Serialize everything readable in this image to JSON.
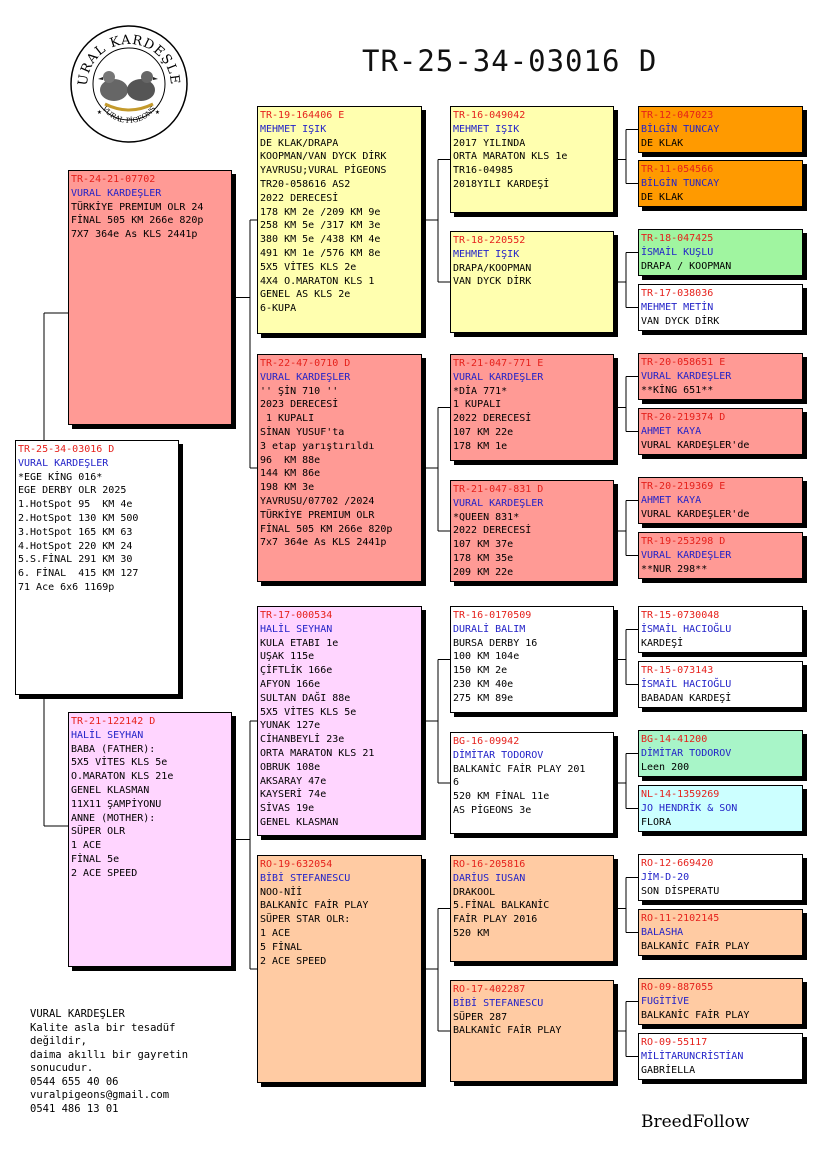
{
  "page_title": "TR-25-34-03016 D",
  "logo": {
    "arc_text": "VURAL KARDEŞLER",
    "sub_text": "VURAL PİGEONS"
  },
  "colors": {
    "red": "#ff9a95",
    "yellow": "#ffffaf",
    "pink": "#ffd5ff",
    "orange": "#ffcba3",
    "deep_orange": "#ff9a00",
    "green": "#a0f5a0",
    "mint": "#a8f5c8",
    "cyan": "#ccffff",
    "white": "#ffffff",
    "ring": "#e5201b",
    "owner": "#2323c8"
  },
  "pigeons": {
    "subject": [
      "TR-25-34-03016 D",
      "VURAL KARDEŞLER",
      "*EGE KİNG 016*",
      "EGE DERBY OLR 2025",
      "1.HotSpot 95  KM 4e",
      "2.HotSpot 130 KM 500",
      "3.HotSpot 165 KM 63",
      "4.HotSpot 220 KM 24",
      "5.S.FİNAL 291 KM 30",
      "6. FİNAL  415 KM 127",
      "71 Ace 6x6 1169p"
    ],
    "sire": [
      "TR-24-21-07702",
      "VURAL KARDEŞLER",
      "TÜRKİYE PREMIUM OLR 24",
      "FİNAL 505 KM 266e 820p",
      "7X7 364e As KLS 2441p"
    ],
    "dam": [
      "TR-21-122142 D",
      "HALİL SEYHAN",
      "BABA (FATHER):",
      "5X5 VİTES KLS 5e",
      "O.MARATON KLS 21e",
      "GENEL KLASMAN",
      "11X11 ŞAMPİYONU",
      "",
      "ANNE (MOTHER):",
      "SÜPER OLR",
      "1 ACE",
      "FİNAL 5e",
      "2 ACE SPEED"
    ],
    "ss": [
      "TR-19-164406 E",
      "MEHMET IŞIK",
      "DE KLAK/DRAPA",
      "KOOPMAN/VAN DYCK DİRK",
      "",
      "YAVRUSU;VURAL PİGEONS",
      "TR20-058616 AS2",
      "2022 DERECESİ",
      "178 KM 2e /209 KM 9e",
      "258 KM 5e /317 KM 3e",
      "380 KM 5e /438 KM 4e",
      "491 KM 1e /576 KM 8e",
      "5X5 VİTES KLS 2e",
      "4X4 O.MARATON KLS 1",
      "GENEL AS KLS 2e",
      "6-KUPA"
    ],
    "sd": [
      "TR-22-47-0710 D",
      "VURAL KARDEŞLER",
      "'' ŞİN 710 ''",
      "2023 DERECESİ",
      " 1 KUPALI",
      "SİNAN YUSUF'ta",
      "3 etap yarıştırıldı",
      "96  KM 88e",
      "144 KM 86e",
      "198 KM 3e",
      "",
      "YAVRUSU/07702 /2024",
      "TÜRKİYE PREMIUM OLR",
      "FİNAL 505 KM 266e 820p",
      "7x7 364e As KLS 2441p"
    ],
    "ds": [
      "TR-17-000534",
      "HALİL SEYHAN",
      "KULA ETABI 1e",
      "UŞAK 115e",
      "ÇİFTLİK 166e",
      "AFYON 166e",
      "SULTAN DAĞI 88e",
      "5X5 VİTES KLS 5e",
      "YUNAK 127e",
      "CİHANBEYLİ 23e",
      "ORTA MARATON KLS 21",
      "OBRUK 108e",
      "AKSARAY 47e",
      "KAYSERİ 74e",
      "SİVAS 19e",
      "GENEL KLASMAN"
    ],
    "dd": [
      "RO-19-632054",
      "BİBİ STEFANESCU",
      "NOO-Nİİ",
      "BALKANİC FAİR PLAY",
      "",
      "SÜPER STAR OLR:",
      "1 ACE",
      "5 FİNAL",
      "2 ACE SPEED"
    ],
    "sss": [
      "TR-16-049042",
      "MEHMET IŞIK",
      "2017 YILINDA",
      "ORTA MARATON KLS 1e",
      "",
      "TR16-04985",
      "2018YILI KARDEŞİ"
    ],
    "ssd": [
      "TR-18-220552",
      "MEHMET IŞIK",
      "DRAPA/KOOPMAN",
      "VAN DYCK DİRK"
    ],
    "sds": [
      "TR-21-047-771 E",
      "VURAL KARDEŞLER",
      "*DİA 771*",
      "1 KUPALI",
      "2022 DERECESİ",
      "107 KM 22e",
      "178 KM 1e"
    ],
    "sdd": [
      "TR-21-047-831 D",
      "VURAL KARDEŞLER",
      "*QUEEN 831*",
      "2022 DERECESİ",
      "107 KM 37e",
      "178 KM 35e",
      "209 KM 22e"
    ],
    "dss": [
      "TR-16-0170509",
      "DURALİ BALIM",
      "BURSA DERBY 16",
      "100 KM 104e",
      "150 KM 2e",
      "230 KM 40e",
      "275 KM 89e"
    ],
    "dsd": [
      "BG-16-09942",
      "DİMİTAR TODOROV",
      "BALKANİC FAİR PLAY 201",
      "6",
      "520 KM FİNAL 11e",
      "AS PİGEONS 3e"
    ],
    "dds": [
      "RO-16-205816",
      "DARİUS IUSAN",
      "DRAKOOL",
      "5.FİNAL BALKANİC",
      "FAİR PLAY 2016",
      "520 KM"
    ],
    "ddd": [
      "RO-17-402287",
      "BİBİ STEFANESCU",
      "SÜPER 287",
      "BALKANİC FAİR PLAY"
    ],
    "g1": [
      "TR-12-047023",
      "BİLGİN TUNCAY",
      "DE KLAK"
    ],
    "g2": [
      "TR-11-054566",
      "BİLGİN TUNCAY",
      "DE KLAK"
    ],
    "g3": [
      "TR-18-047425",
      "İSMAİL KUŞLU",
      "DRAPA / KOOPMAN"
    ],
    "g4": [
      "TR-17-038036",
      "MEHMET METİN",
      "VAN DYCK DİRK"
    ],
    "g5": [
      "TR-20-058651 E",
      "VURAL KARDEŞLER",
      "**KİNG 651**"
    ],
    "g6": [
      "TR-20-219374 D",
      "AHMET KAYA",
      "VURAL KARDEŞLER'de"
    ],
    "g7": [
      "TR-20-219369 E",
      "AHMET KAYA",
      "VURAL KARDEŞLER'de"
    ],
    "g8": [
      "TR-19-253298 D",
      "VURAL KARDEŞLER",
      "**NUR 298**"
    ],
    "g9": [
      "TR-15-0730048",
      "İSMAİL HACIOĞLU",
      "KARDEŞİ"
    ],
    "g10": [
      "TR-15-073143",
      "İSMAİL HACIOĞLU",
      "BABADAN KARDEŞİ"
    ],
    "g11": [
      "BG-14-41200",
      "DİMİTAR TODOROV",
      "Leen 200"
    ],
    "g12": [
      "NL-14-1359269",
      "JO HENDRİK & SON",
      "FLORA"
    ],
    "g13": [
      "RO-12-669420",
      "JİM-D-20",
      "SON DİSPERATU"
    ],
    "g14": [
      "RO-11-2102145",
      "BALASHA",
      "BALKANİC FAİR PLAY"
    ],
    "g15": [
      "RO-09-887055",
      "FUGİTİVE",
      "BALKANİC FAİR PLAY"
    ],
    "g16": [
      "RO-09-55117",
      "MİLİTARUNCRİSTİAN",
      "GABRİELLA"
    ]
  },
  "contact": {
    "name": "VURAL KARDEŞLER",
    "line1": "Kalite asla bir tesadüf",
    "line2": "değildir,",
    "line3": "daima akıllı bir gayretin",
    "line4": "sonucudur.",
    "phone1": "0544 655 40 06",
    "email": "vuralpigeons@gmail.com",
    "phone2": "0541 486 13 01"
  },
  "brand": "BreedFollow"
}
